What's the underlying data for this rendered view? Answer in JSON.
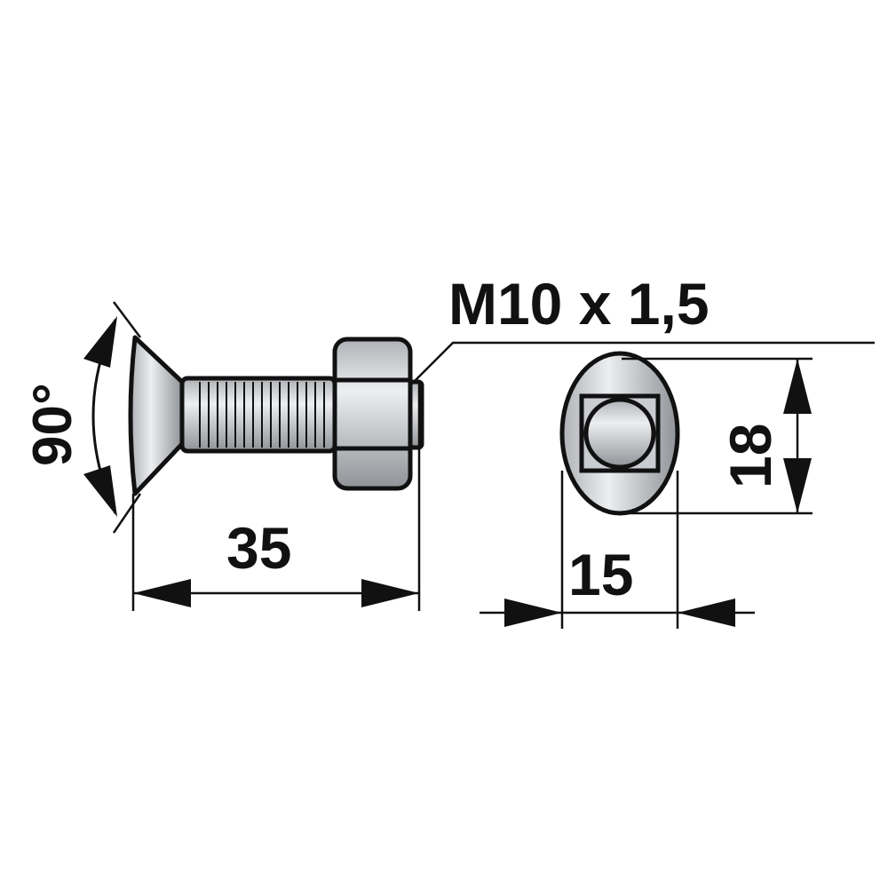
{
  "labels": {
    "thread": "M10 x 1,5",
    "angle": "90°",
    "length": "35",
    "head_width": "15",
    "head_height": "18"
  },
  "colors": {
    "line": "#111111",
    "metal": "#d4d6d9",
    "shade": "#9ea2a6"
  }
}
